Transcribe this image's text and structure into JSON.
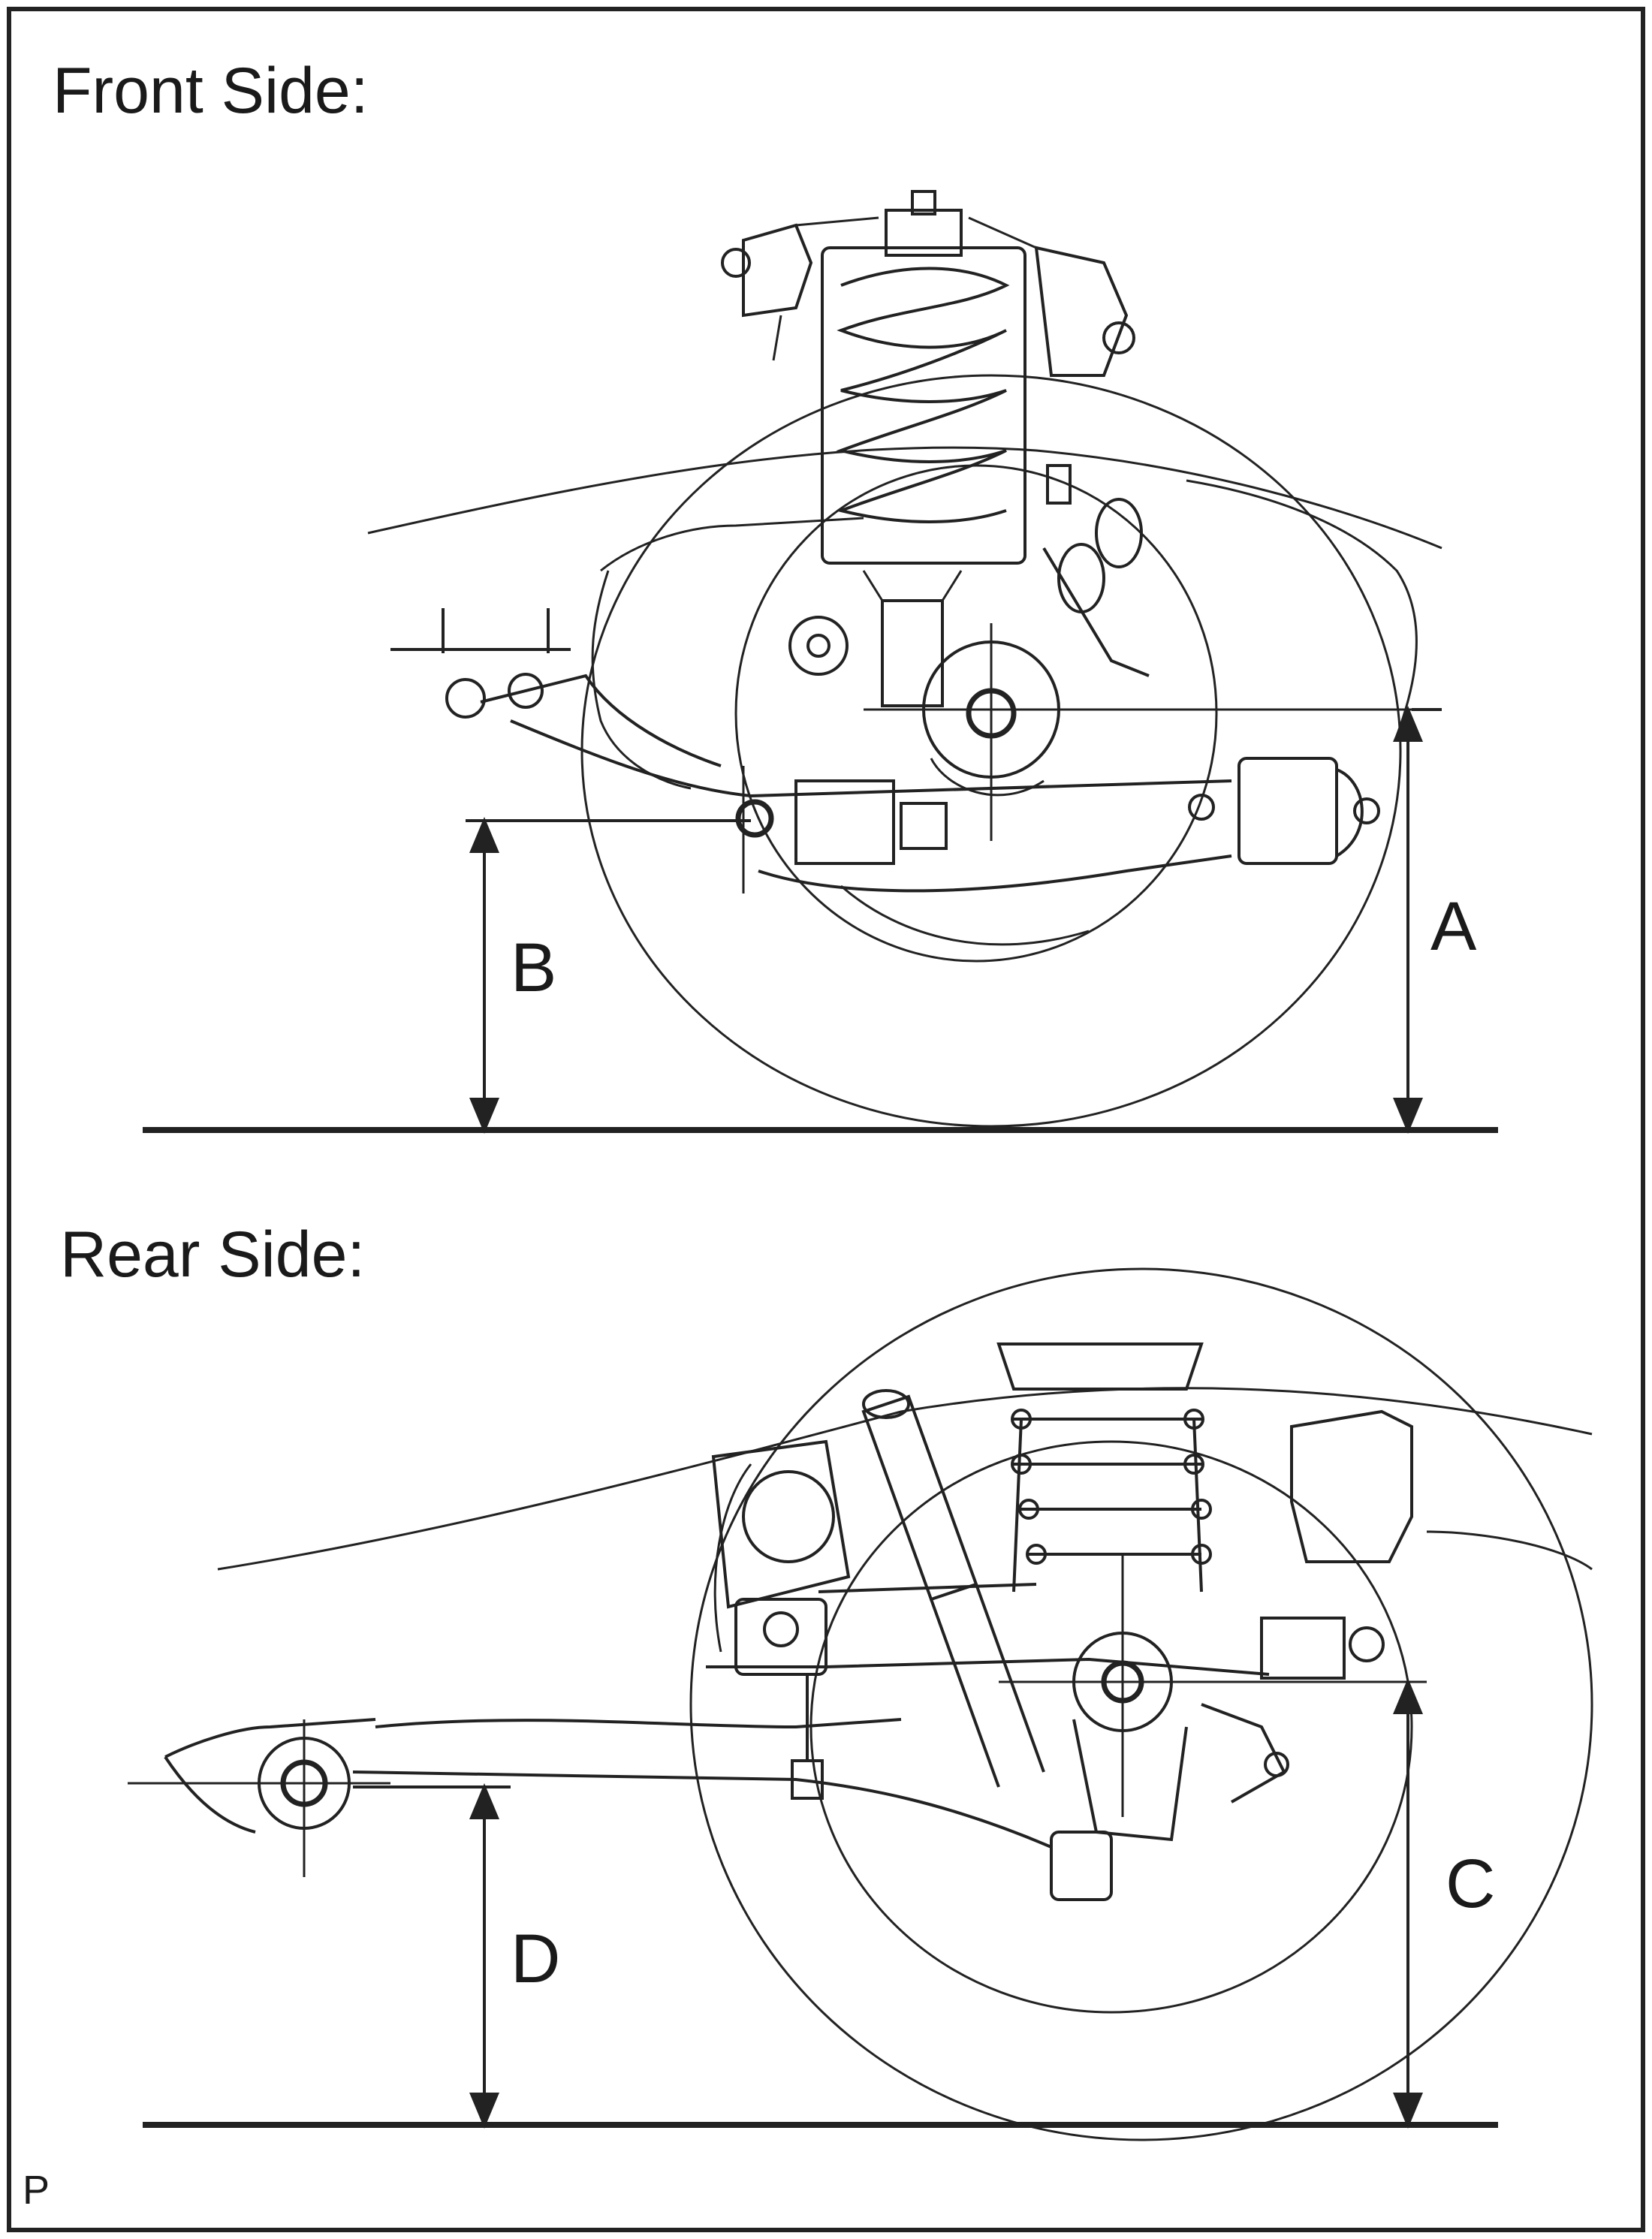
{
  "figure": {
    "front_heading": "Front Side:",
    "rear_heading": "Rear Side:",
    "corner_mark": "P"
  },
  "dimensions": {
    "front": [
      {
        "label": "A",
        "description": "ground to front wheel center"
      },
      {
        "label": "B",
        "description": "ground to front lower arm bolt center"
      }
    ],
    "rear": [
      {
        "label": "C",
        "description": "ground to rear wheel center"
      },
      {
        "label": "D",
        "description": "ground to rear trailing arm bushing center"
      }
    ]
  },
  "colors": {
    "line": "#222222",
    "background": "#ffffff"
  }
}
